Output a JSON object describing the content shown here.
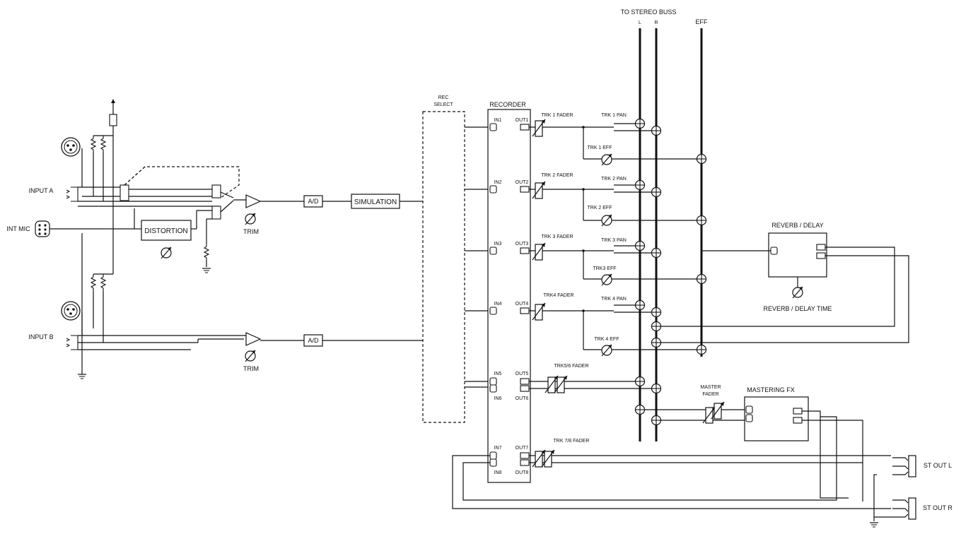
{
  "labels": {
    "to_stereo_buss": "TO STEREO BUSS",
    "bus_l": "L",
    "bus_r": "R",
    "eff": "EFF",
    "rec_select_1": "REC",
    "rec_select_2": "SELECT",
    "recorder": "RECORDER",
    "input_a": "INPUT A",
    "input_b": "INPUT B",
    "int_mic": "INT MIC",
    "distortion": "DISTORTION",
    "trim_a": "TRIM",
    "trim_b": "TRIM",
    "ad_a": "A/D",
    "ad_b": "A/D",
    "simulation": "SIMULATION",
    "reverb_delay": "REVERB / DELAY",
    "reverb_delay_time": "REVERB / DELAY TIME",
    "master_fader_1": "MASTER",
    "master_fader_2": "FADER",
    "mastering_fx": "MASTERING FX",
    "st_out_l": "ST OUT L",
    "st_out_r": "ST OUT R",
    "trk1_fader": "TRK 1 FADER",
    "trk1_pan": "TRK 1 PAN",
    "trk1_eff": "TRK 1 EFF",
    "trk2_fader": "TRK 2 FADER",
    "trk2_pan": "TRK 2 PAN",
    "trk2_eff": "TRK 2 EFF",
    "trk3_fader": "TRK 3 FADER",
    "trk3_pan": "TRK 3 PAN",
    "trk3_eff": "TRK3 EFF",
    "trk4_fader": "TRK4 FADER",
    "trk4_pan": "TRK 4 PAN",
    "trk4_eff": "TRK 4 EFF",
    "trk56_fader": "TRK5/6 FADER",
    "trk78_fader": "TRK 7/8 FADER",
    "in1": "IN1",
    "in2": "IN2",
    "in3": "IN3",
    "in4": "IN4",
    "in5": "IN5",
    "in6": "IN6",
    "in7": "IN7",
    "in8": "IN8",
    "out1": "OUT1",
    "out2": "OUT2",
    "out3": "OUT3",
    "out4": "OUT4",
    "out5": "OUT5",
    "out6": "OUT6",
    "out7": "OUT7",
    "out8": "OUT8"
  }
}
